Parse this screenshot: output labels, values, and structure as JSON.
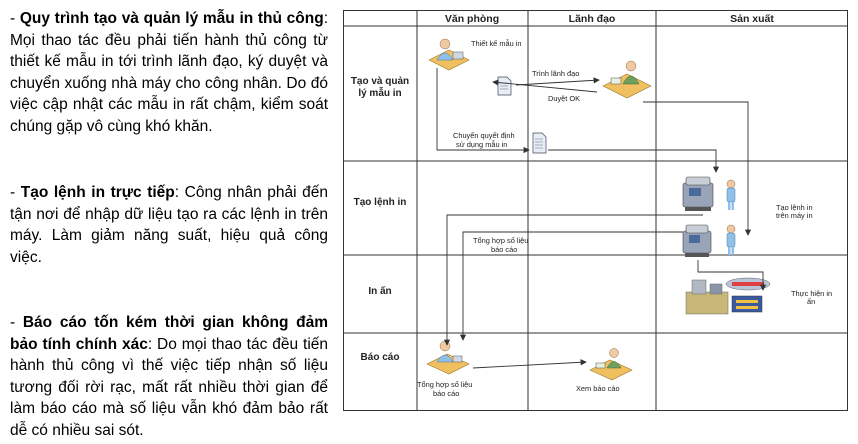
{
  "paragraphs": [
    {
      "dash": "- ",
      "heading": "Quy trình tạo và quản lý mẫu in thủ công",
      "sep": ":",
      "body": " Mọi thao tác đều phải tiến hành thủ công từ thiết kế mẫu in tới trình lãnh đạo, ký duyệt và chuyển xuống nhà máy cho công nhân. Do đó việc cập nhật các mẫu in rất chậm, kiểm soát chúng gặp vô cùng khó khăn."
    },
    {
      "dash": "- ",
      "heading": "Tạo lệnh in trực tiếp",
      "sep": ":",
      "body": " Công nhân phải đến tận nơi để nhập dữ liệu tạo ra các lệnh in trên máy. Làm giảm năng suất, hiệu quả công việc."
    },
    {
      "dash": "- ",
      "heading": "Báo cáo tốn kém thời gian không đảm bảo tính chính xác",
      "sep": ":",
      "body": " Do mọi thao tác đều tiến hành thủ công vì thế việc tiếp nhận số liệu tương đối rời rạc, mất rất nhiều thời gian để làm báo cáo mà số liệu vẫn khó đảm bảo rất dễ có nhiều sai sót."
    }
  ],
  "diagram": {
    "columns": [
      "Văn phòng",
      "Lãnh đạo",
      "Sản xuất"
    ],
    "rows": {
      "r1_a": "Tạo và quản",
      "r1_b": "lý mẫu in",
      "r2": "Tạo lệnh in",
      "r3": "In ấn",
      "r4": "Báo cáo"
    },
    "labels": {
      "thiet_ke": "Thiết kế mẫu in",
      "trinh": "Trình lãnh đạo",
      "duyet": "Duyệt OK",
      "chuyen_a": "Chuyển quyết định",
      "chuyen_b": "sử dụng mẫu in",
      "tao_lenh_a": "Tạo lệnh in",
      "tao_lenh_b": "trên máy in",
      "tong_hop_a": "Tổng hợp số liệu",
      "tong_hop_b": "báo cáo",
      "thuc_hien_a": "Thực hiện in",
      "thuc_hien_b": "ấn",
      "tong_hop2_a": "Tổng hợp số liệu",
      "tong_hop2_b": "báo cáo",
      "xem": "Xem báo cáo"
    },
    "colors": {
      "grid": "#333333",
      "arrow": "#333333",
      "person_shirt": "#8fc0ea",
      "desk": "#f0c060",
      "printer": "#9aa4b8"
    }
  }
}
